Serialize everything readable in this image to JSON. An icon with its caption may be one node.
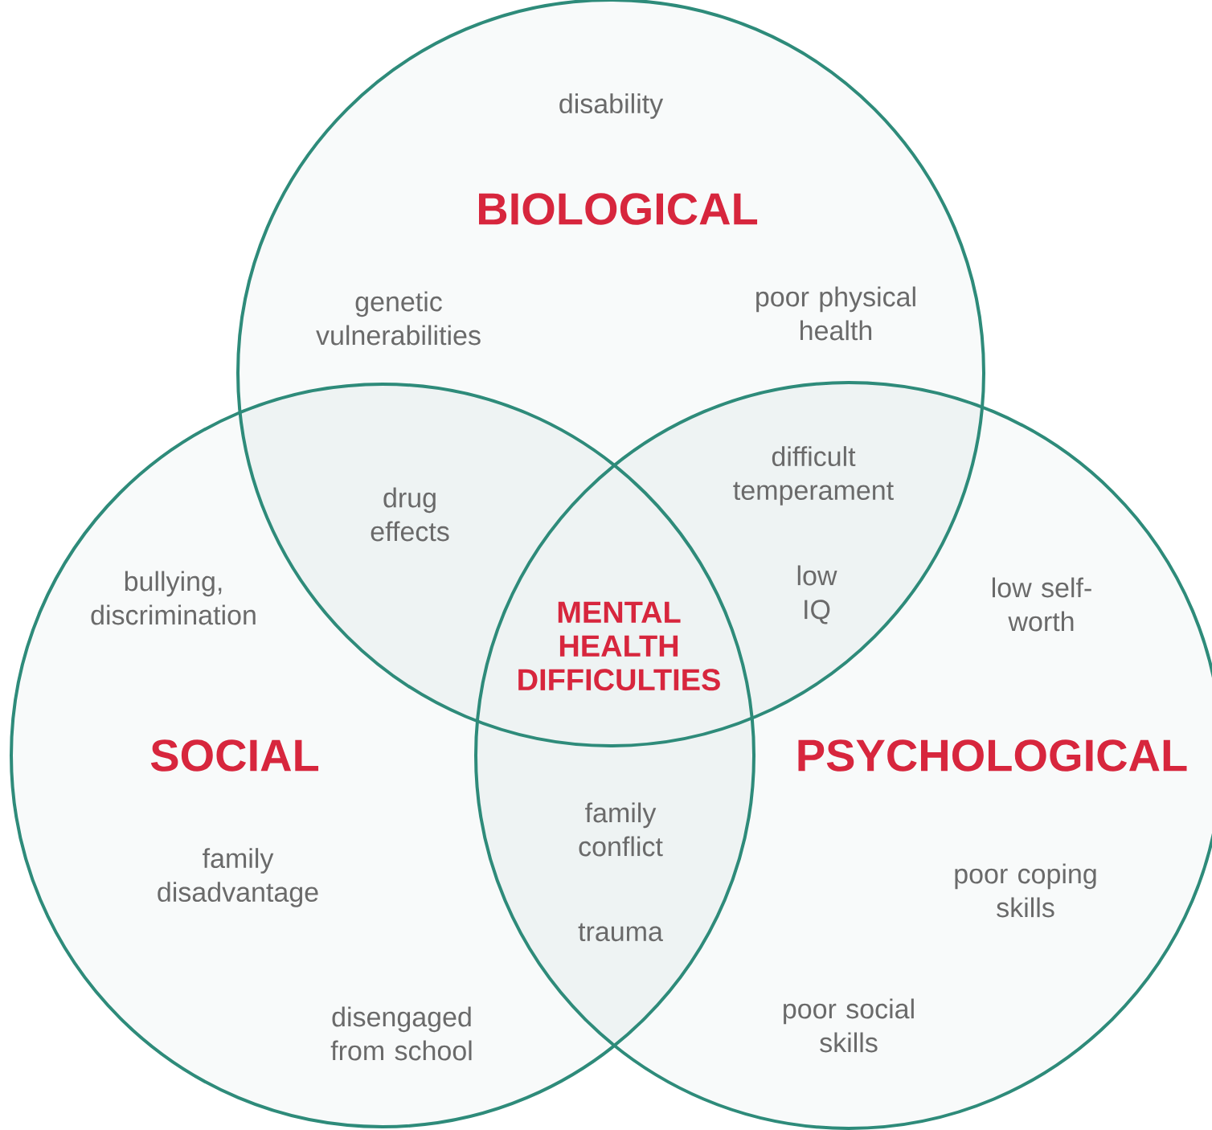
{
  "diagram": {
    "nodes": [
      {
        "text": [
          "BIOLOGICAL"
        ]
      },
      {
        "text": [
          "SOCIAL"
        ]
      },
      {
        "text": [
          "PSYCHOLOGICAL"
        ]
      }
    ],
    "labels": [
      "disability",
      "genetic vulnerabilities",
      "poor physical health",
      "drug effects",
      "difficult temperament",
      "bullying, discrimination",
      "low IQ",
      "low self-worth",
      "MENTAL HEALTH DIFFICULTIES",
      "family conflict",
      "family disadvantage",
      "poor coping skills",
      "trauma",
      "disengaged from school",
      "poor social skills"
    ]
  }
}
